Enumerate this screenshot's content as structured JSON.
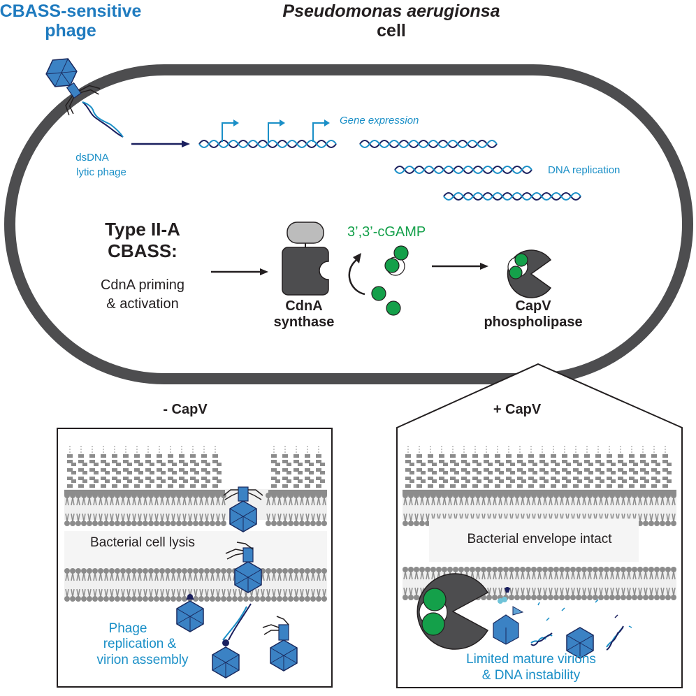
{
  "phage_label": {
    "line1": "CBASS-sensitive",
    "line2": "phage"
  },
  "cell_label": {
    "line1": "Pseudomonas aerugionsa",
    "line2": "cell"
  },
  "dsdna_label": {
    "line1": "dsDNA",
    "line2": "lytic phage"
  },
  "gene_expression": "Gene expression",
  "dna_replication": "DNA replication",
  "cbass": {
    "line1": "Type II-A",
    "line2": "CBASS:",
    "sub1": "CdnA priming",
    "sub2": "& activation"
  },
  "cdna": {
    "line1": "CdnA",
    "line2": "synthase"
  },
  "cgamp": "3’,3’-cGAMP",
  "capv": {
    "line1": "CapV",
    "line2": "phospholipase"
  },
  "panel_minus": {
    "title": "- CapV",
    "text": "Bacterial cell lysis",
    "blue1": "Phage",
    "blue2": "replication &",
    "blue3": "virion assembly"
  },
  "panel_plus": {
    "title": "+ CapV",
    "text": "Bacterial envelope intact",
    "blue1": "Limited mature virions",
    "blue2": "& DNA instability"
  },
  "colors": {
    "blue_dark": "#1f7bbf",
    "blue_light": "#1a8fc7",
    "navy": "#1a1f5e",
    "green": "#14a04a",
    "gray_dark": "#4d4d4f",
    "gray_light": "#bcbcbc",
    "membrane": "#8c8c8c"
  },
  "icons": [
    "phage-icon",
    "dna-helix-icon",
    "arrow-icon",
    "cdna-synthase-icon",
    "cgamp-molecule-icon",
    "capv-phospholipase-icon",
    "membrane-icon"
  ]
}
